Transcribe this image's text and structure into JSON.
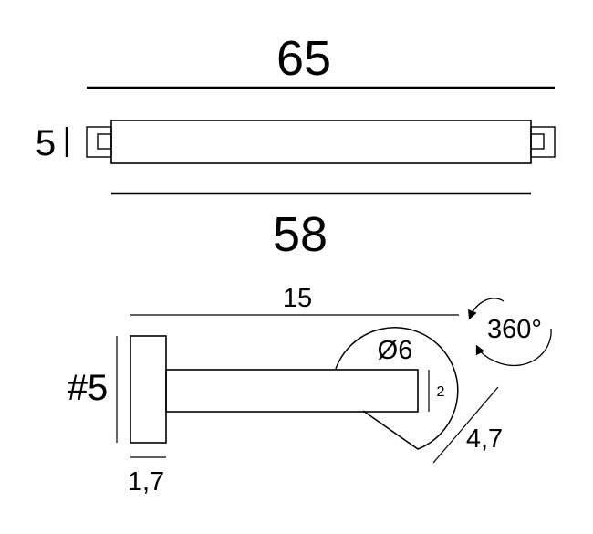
{
  "top_view": {
    "overall_length": "65",
    "inner_length": "58",
    "height": "5"
  },
  "side_view": {
    "arm_length": "15",
    "rotation": "360°",
    "diameter": "Ø6",
    "arm_thickness": "2",
    "arm_offset": "4,7",
    "base_height": "#5",
    "base_depth": "1,7"
  },
  "colors": {
    "line": "#000000",
    "background": "#ffffff"
  }
}
